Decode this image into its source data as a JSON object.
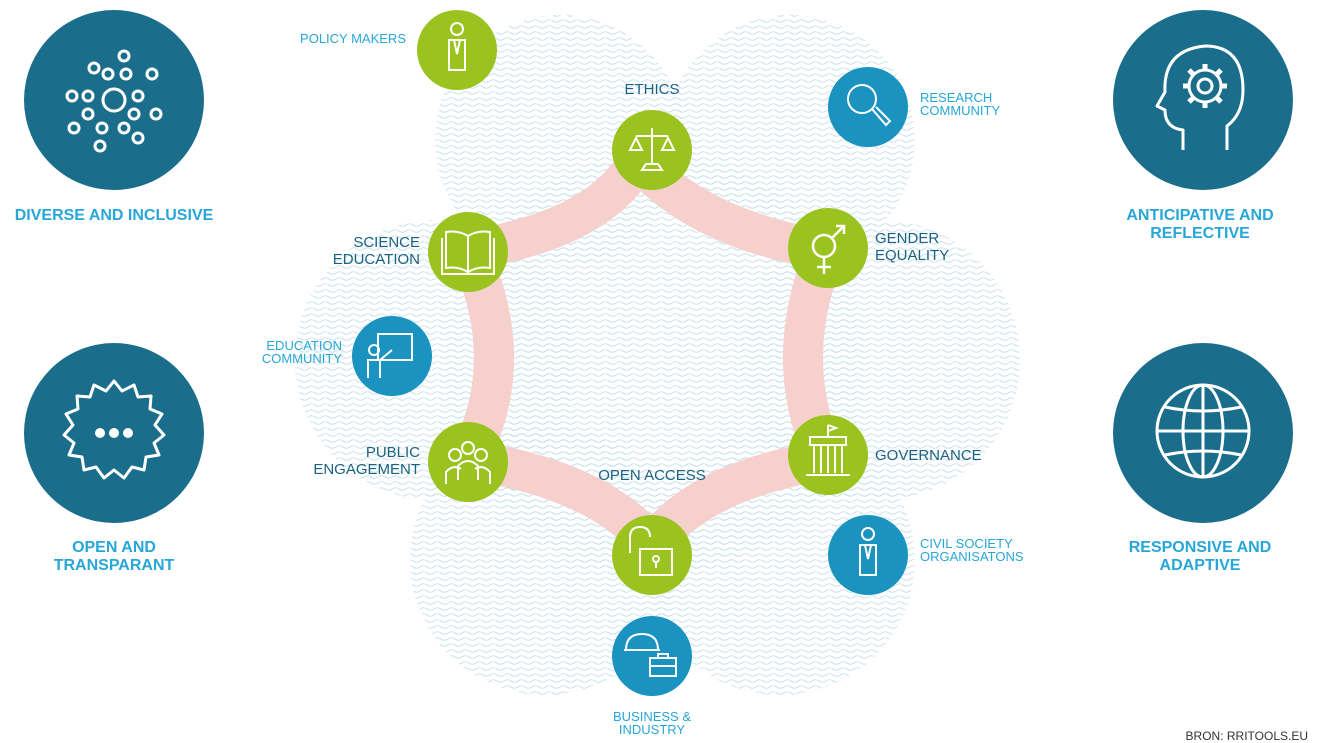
{
  "principles": {
    "diverse": "DIVERSE AND INCLUSIVE",
    "open": "OPEN AND TRANSPARANT",
    "anticipative": "ANTICIPATIVE AND REFLECTIVE",
    "responsive": "RESPONSIVE AND ADAPTIVE"
  },
  "keys": {
    "ethics": "ETHICS",
    "gender": "GENDER EQUALITY",
    "governance": "GOVERNANCE",
    "open_access": "OPEN ACCESS",
    "public": "PUBLIC ENGAGEMENT",
    "science": "SCIENCE EDUCATION"
  },
  "stakeholders": {
    "policy": "POLICY MAKERS",
    "research": "RESEARCH COMMUNITY",
    "education": "EDUCATION COMMUNITY",
    "civil": "CIVIL SOCIETY ORGANISATONS",
    "business": "BUSINESS & INDUSTRY"
  },
  "source": "BRON: RRITOOLS.EU",
  "colors": {
    "dark_teal": "#1a6e8c",
    "green": "#9bc31f",
    "blue": "#1a93c1",
    "label_dark": "#1b6281",
    "label_light": "#27a6d8",
    "ring": "#f6d0cc"
  },
  "icons": [
    "dots-cluster-icon",
    "speech-bubble-icon",
    "head-gear-icon",
    "globe-icon",
    "scales-icon",
    "gender-icon",
    "government-building-icon",
    "open-padlock-icon",
    "people-group-icon",
    "open-book-icon",
    "person-icon",
    "magnifier-icon",
    "teacher-board-icon",
    "worker-briefcase-icon"
  ]
}
